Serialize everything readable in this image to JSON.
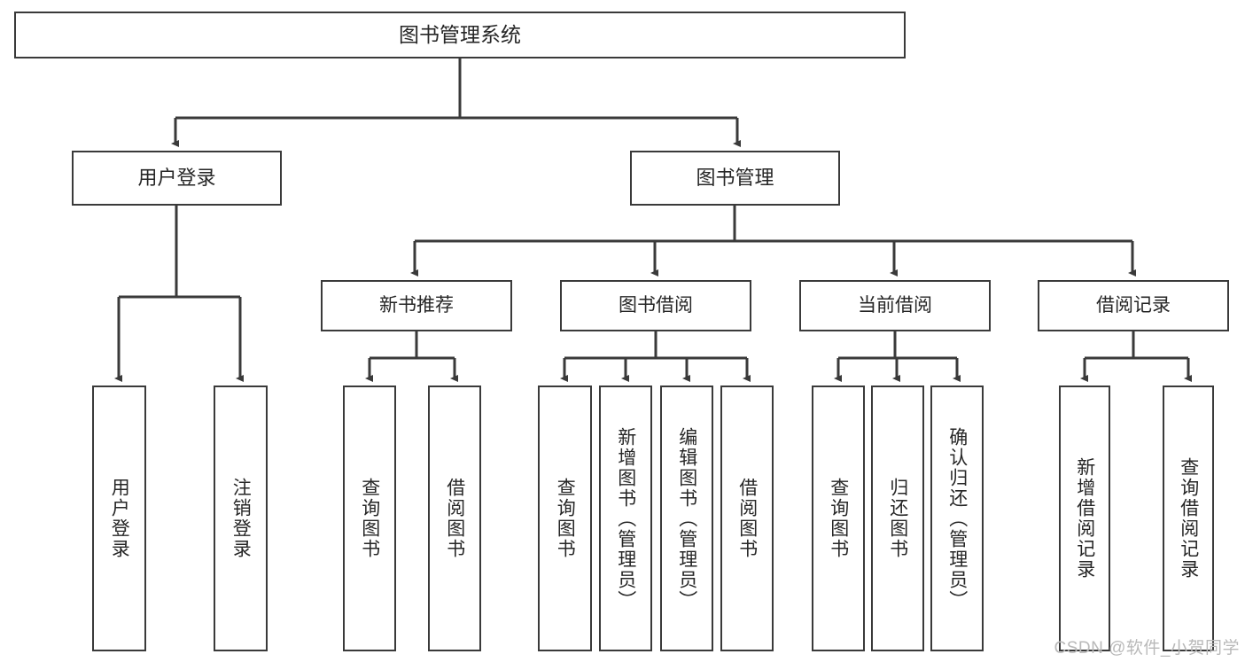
{
  "diagram": {
    "title": "图书管理系统",
    "type": "hierarchy-tree",
    "root": {
      "id": "root",
      "label": "图书管理系统"
    },
    "level2": [
      {
        "id": "user-login",
        "label": "用户登录"
      },
      {
        "id": "book-manage",
        "label": "图书管理"
      }
    ],
    "level3": [
      {
        "id": "new-book-rec",
        "label": "新书推荐"
      },
      {
        "id": "book-borrow",
        "label": "图书借阅"
      },
      {
        "id": "current-borrow",
        "label": "当前借阅"
      },
      {
        "id": "borrow-record",
        "label": "借阅记录"
      }
    ],
    "leaves": [
      {
        "id": "leaf-user-login",
        "label": "用户登录",
        "parent": "user-login"
      },
      {
        "id": "leaf-user-logout",
        "label": "注销登录",
        "parent": "user-login"
      },
      {
        "id": "leaf-query-book-1",
        "label": "查询图书",
        "parent": "new-book-rec"
      },
      {
        "id": "leaf-borrow-book-1",
        "label": "借阅图书",
        "parent": "new-book-rec"
      },
      {
        "id": "leaf-query-book-2",
        "label": "查询图书",
        "parent": "book-borrow"
      },
      {
        "id": "leaf-add-book",
        "label": "新增图书（管理员）",
        "parent": "book-borrow"
      },
      {
        "id": "leaf-edit-book",
        "label": "编辑图书（管理员）",
        "parent": "book-borrow"
      },
      {
        "id": "leaf-borrow-book-2",
        "label": "借阅图书",
        "parent": "book-borrow"
      },
      {
        "id": "leaf-query-book-3",
        "label": "查询图书",
        "parent": "current-borrow"
      },
      {
        "id": "leaf-return-book",
        "label": "归还图书",
        "parent": "current-borrow"
      },
      {
        "id": "leaf-confirm-return",
        "label": "确认归还（管理员）",
        "parent": "current-borrow"
      },
      {
        "id": "leaf-add-record",
        "label": "新增借阅记录",
        "parent": "borrow-record"
      },
      {
        "id": "leaf-query-record",
        "label": "查询借阅记录",
        "parent": "borrow-record"
      }
    ],
    "watermark": "CSDN @软件_小贺同学",
    "colors": {
      "stroke": "#3a3a3a",
      "text": "#262626",
      "background": "#ffffff",
      "watermark": "#b9b9b9"
    }
  }
}
